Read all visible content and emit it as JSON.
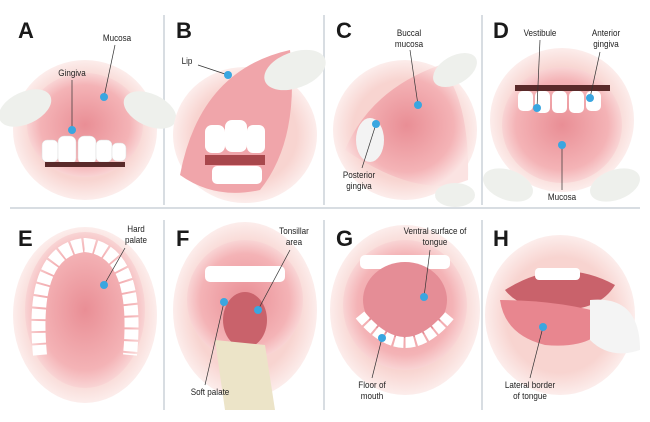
{
  "dot_color": "#3aa6e0",
  "panels": [
    {
      "letter": "A",
      "labels": [
        "Mucosa",
        "Gingiva"
      ]
    },
    {
      "letter": "B",
      "labels": [
        "Lip"
      ]
    },
    {
      "letter": "C",
      "labels": [
        "Buccal mucosa",
        "Posterior gingiva"
      ]
    },
    {
      "letter": "D",
      "labels": [
        "Vestibule",
        "Anterior gingiva",
        "Mucosa"
      ]
    },
    {
      "letter": "E",
      "labels": [
        "Hard palate"
      ]
    },
    {
      "letter": "F",
      "labels": [
        "Tonsillar area",
        "Soft palate"
      ]
    },
    {
      "letter": "G",
      "labels": [
        "Ventral surface of tongue",
        "Floor of mouth"
      ]
    },
    {
      "letter": "H",
      "labels": [
        "Lateral border of tongue"
      ]
    }
  ]
}
